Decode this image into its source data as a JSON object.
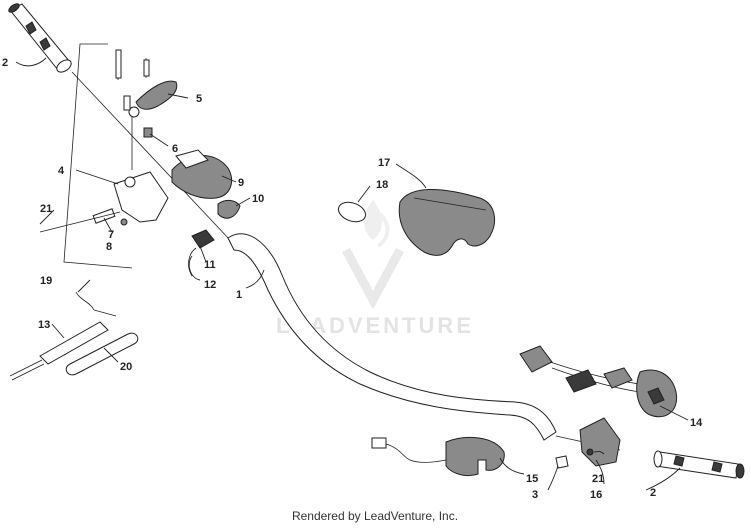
{
  "watermark": "LEADVENTURE",
  "footer": "Rendered by LeadVenture, Inc.",
  "callouts": [
    {
      "id": "c1",
      "label": "1"
    },
    {
      "id": "c2a",
      "label": "2"
    },
    {
      "id": "c2b",
      "label": "2"
    },
    {
      "id": "c3",
      "label": "3"
    },
    {
      "id": "c4",
      "label": "4"
    },
    {
      "id": "c5",
      "label": "5"
    },
    {
      "id": "c6",
      "label": "6"
    },
    {
      "id": "c7",
      "label": "7"
    },
    {
      "id": "c8",
      "label": "8"
    },
    {
      "id": "c9",
      "label": "9"
    },
    {
      "id": "c10",
      "label": "10"
    },
    {
      "id": "c11",
      "label": "11"
    },
    {
      "id": "c12",
      "label": "12"
    },
    {
      "id": "c13",
      "label": "13"
    },
    {
      "id": "c14",
      "label": "14"
    },
    {
      "id": "c15",
      "label": "15"
    },
    {
      "id": "c16",
      "label": "16"
    },
    {
      "id": "c17",
      "label": "17"
    },
    {
      "id": "c18",
      "label": "18"
    },
    {
      "id": "c19",
      "label": "19"
    },
    {
      "id": "c20",
      "label": "20"
    },
    {
      "id": "c21a",
      "label": "21"
    },
    {
      "id": "c21b",
      "label": "21"
    }
  ]
}
